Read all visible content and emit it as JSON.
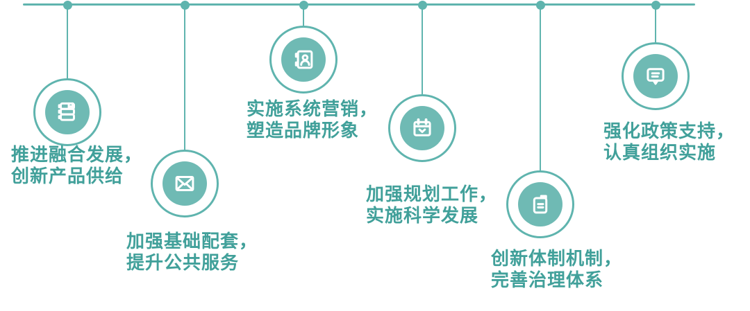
{
  "colors": {
    "background": "#ffffff",
    "line": "#5FB4AE",
    "fill": "#6FBAB4",
    "icon": "#FFFFFF",
    "text": "#41A09A"
  },
  "timeline": {
    "items": [
      {
        "icon": "book-stack-icon",
        "line1": "推进融合发展，",
        "line2": "创新产品供给"
      },
      {
        "icon": "envelope-icon",
        "line1": "加强基础配套，",
        "line2": "提升公共服务"
      },
      {
        "icon": "contact-book-icon",
        "line1": "实施系统营销，",
        "line2": "塑造品牌形象"
      },
      {
        "icon": "calendar-icon",
        "line1": "加强规划工作，",
        "line2": "实施科学发展"
      },
      {
        "icon": "memo-icon",
        "line1": "创新体制机制，",
        "line2": "完善治理体系"
      },
      {
        "icon": "speech-bubble-icon",
        "line1": "强化政策支持，",
        "line2": "认真组织实施"
      }
    ]
  }
}
